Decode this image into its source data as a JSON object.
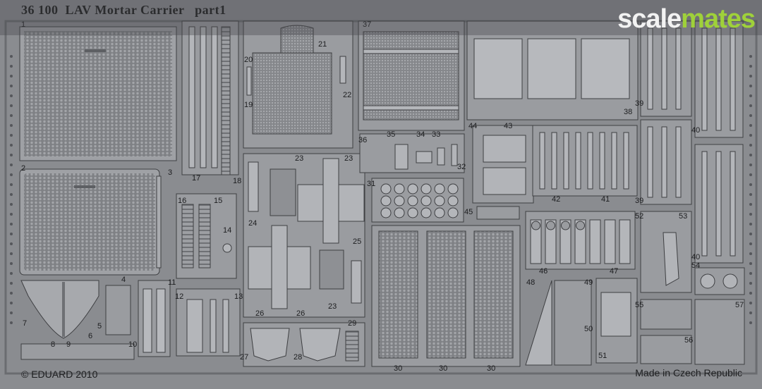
{
  "sheet": {
    "title": "36 100  LAV Mortar Carrier   part1",
    "copyright": "© EDUARD 2010",
    "made_in": "Made in Czech Republic"
  },
  "watermark": {
    "part1": "scale",
    "part2": "mates",
    "color1": "#f2f2f2",
    "color2": "#9fd13a"
  },
  "colors": {
    "sheet": "#8a8c90",
    "part_light": "#b9bbbe",
    "part_dark": "#6e7074",
    "outline": "#3a3b3e"
  },
  "part_numbers": [
    "1",
    "2",
    "3",
    "4",
    "5",
    "6",
    "7",
    "8",
    "9",
    "10",
    "11",
    "12",
    "13",
    "14",
    "15",
    "16",
    "17",
    "18",
    "19",
    "20",
    "21",
    "22",
    "23",
    "23",
    "23",
    "24",
    "25",
    "26",
    "26",
    "27",
    "28",
    "29",
    "30",
    "30",
    "30",
    "31",
    "32",
    "33",
    "34",
    "35",
    "36",
    "37",
    "38",
    "39",
    "39",
    "40",
    "40",
    "41",
    "42",
    "43",
    "44",
    "45",
    "46",
    "47",
    "48",
    "49",
    "50",
    "51",
    "52",
    "53",
    "54",
    "55",
    "56",
    "57"
  ]
}
